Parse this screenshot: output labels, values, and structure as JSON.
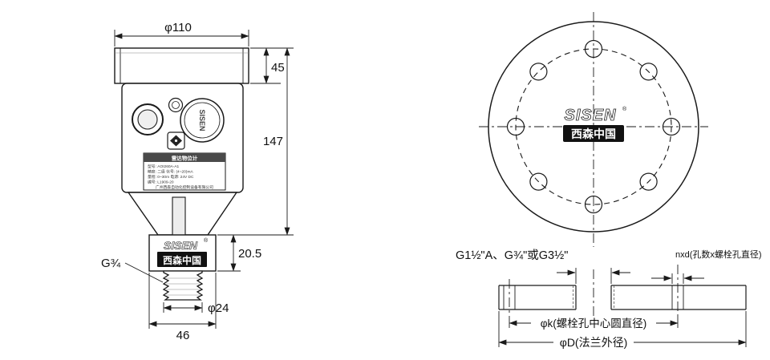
{
  "device_view": {
    "dims": {
      "top_diameter": "φ110",
      "cap_height": "45",
      "body_height": "147",
      "thread_height": "20.5",
      "antenna_diameter": "φ24",
      "hex_width": "46"
    },
    "thread_label": "G¾",
    "display_brand": "SISEN",
    "logo": {
      "brand": "SISEN",
      "reg": "®",
      "cn": "西森中国"
    },
    "nameplate": {
      "title": "雷达物位计",
      "rows": [
        "型号: AOI260A-A1",
        "精度: 二级  信号: (4~20)mA",
        "量程: 0~30m  电源: 24V DC",
        "编号: L1909-20",
        "广州西森自动化控制设备有限公司"
      ]
    }
  },
  "flange_view": {
    "logo": {
      "brand": "SISEN",
      "reg": "®",
      "cn": "西森中国"
    },
    "labels": {
      "thread_options": "G1½\"A、G¾\"或G3½\"",
      "bolt_holes": "nxd(孔数x螺栓孔直径)",
      "bolt_circle": "φk(螺栓孔中心圆直径)",
      "outer_diameter": "φD(法兰外径)"
    }
  }
}
